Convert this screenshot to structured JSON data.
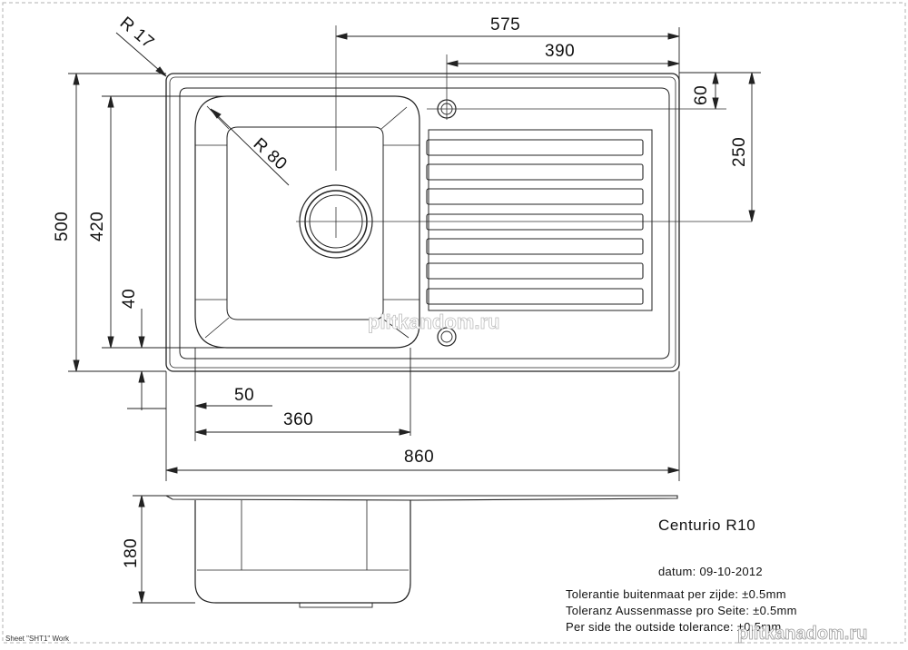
{
  "dimensions": {
    "radius_corner": "R 17",
    "radius_bowl": "R 80",
    "width_575": "575",
    "width_390": "390",
    "drain_60": "60",
    "drain_250": "250",
    "height_500": "500",
    "height_420": "420",
    "offset_40": "40",
    "offset_50": "50",
    "bowl_360": "360",
    "total_860": "860",
    "depth_180": "180"
  },
  "title_block": {
    "product": "Centurio R10",
    "date": "datum: 09-10-2012",
    "tol_nl": "Tolerantie buitenmaat per zijde: ±0.5mm",
    "tol_de": "Toleranz Aussenmasse pro Seite: ±0.5mm",
    "tol_en": "Per side the outside tolerance: ±0.5mm"
  },
  "sheet_label": "Sheet \"SHT1\" Work",
  "watermarks": {
    "center": "plitkandom.ru",
    "corner": "plitkanadom.ru"
  }
}
